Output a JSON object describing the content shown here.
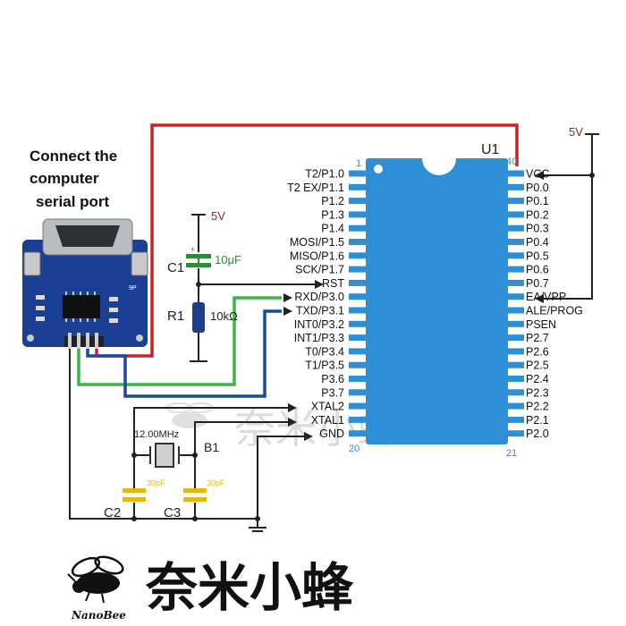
{
  "caption": {
    "line1": "Connect the",
    "line2": "computer",
    "line3": "serial port"
  },
  "chip": {
    "name": "U1",
    "pin1": "1",
    "pin20": "20",
    "pin21": "21",
    "pin40": "40",
    "left_pins": [
      "T2/P1.0",
      "T2 EX/P1.1",
      "P1.2",
      "P1.3",
      "P1.4",
      "MOSI/P1.5",
      "MISO/P1.6",
      "SCK/P1.7",
      "RST",
      "RXD/P3.0",
      "TXD/P3.1",
      "INT0/P3.2",
      "INT1/P3.3",
      "T0/P3.4",
      "T1/P3.5",
      "P3.6",
      "P3.7",
      "XTAL2",
      "XTAL1",
      "GND"
    ],
    "right_pins": [
      "VCC",
      "P0.0",
      "P0.1",
      "P0.2",
      "P0.3",
      "P0.4",
      "P0.5",
      "P0.6",
      "P0.7",
      "EA/VPP",
      "ALE/PROG",
      "PSEN",
      "P2.7",
      "P2.6",
      "P2.5",
      "P2.4",
      "P2.3",
      "P2.2",
      "P2.1",
      "P2.0"
    ]
  },
  "power": {
    "vcc_label": "5V",
    "reset_label": "5V"
  },
  "components": {
    "c1_name": "C1",
    "c1_value": "10μF",
    "r1_name": "R1",
    "r1_value": "10kΩ",
    "crystal_value": "12.00MHz",
    "crystal_name": "B1",
    "c2_name": "C2",
    "c2_value": "30pF",
    "c3_name": "C3",
    "c3_value": "30pF"
  },
  "module": {
    "badge": "9P"
  },
  "brand": {
    "logo_text": "奈米小蜂",
    "logo_sub": "NanoBee",
    "watermark": "奈米小蜂"
  },
  "colors": {
    "chip": "#2e8fd6",
    "wire_red": "#d21f26",
    "wire_green": "#39b54a",
    "wire_blue": "#1a4a9c",
    "cap_yellow": "#e3b90c",
    "c1_green": "#2e8b3a",
    "resistor_blue": "#1f3c8a",
    "label_brown": "#8a2b18"
  }
}
